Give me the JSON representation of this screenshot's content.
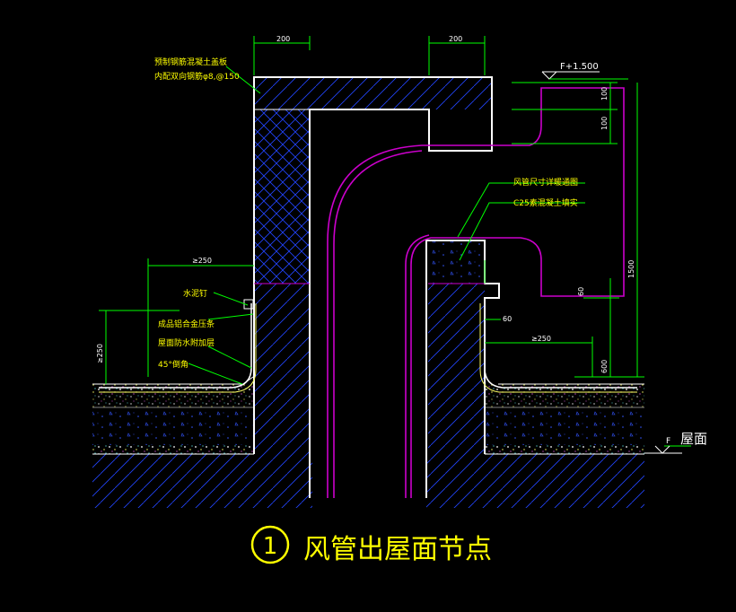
{
  "title": {
    "number": "1",
    "text": "风管出屋面节点"
  },
  "labels": {
    "slab_note_line1": "预制钢筋混凝土盖板",
    "slab_note_line2": "内配双向钢筋φ8,@150",
    "duct_note": "风管尺寸详暖通图",
    "fill_note": "C25素混凝土填实",
    "nail_note": "水泥钉",
    "strip_note": "成品铝合金压条",
    "waterproof_note": "屋面防水附加层",
    "chamfer_note": "45°倒角",
    "roof_label": "屋面",
    "roof_symbol": "F",
    "top_level": "F+1.500"
  },
  "dimensions": {
    "left_wall": "200",
    "right_wall": "200",
    "gap_100_a": "100",
    "gap_100_b": "100",
    "left_min": "≥250",
    "left_upturn": "≥250",
    "right_min": "≥250",
    "height_1500": "1500",
    "height_600": "600",
    "small_60": "60",
    "small_60b": "60"
  },
  "colors": {
    "background": "#000000",
    "wall": "#ffffff",
    "duct": "#cc00cc",
    "dimension": "#00ff00",
    "text": "#ffff00",
    "hatch": "#2244ff",
    "concrete": "#3355ff"
  }
}
